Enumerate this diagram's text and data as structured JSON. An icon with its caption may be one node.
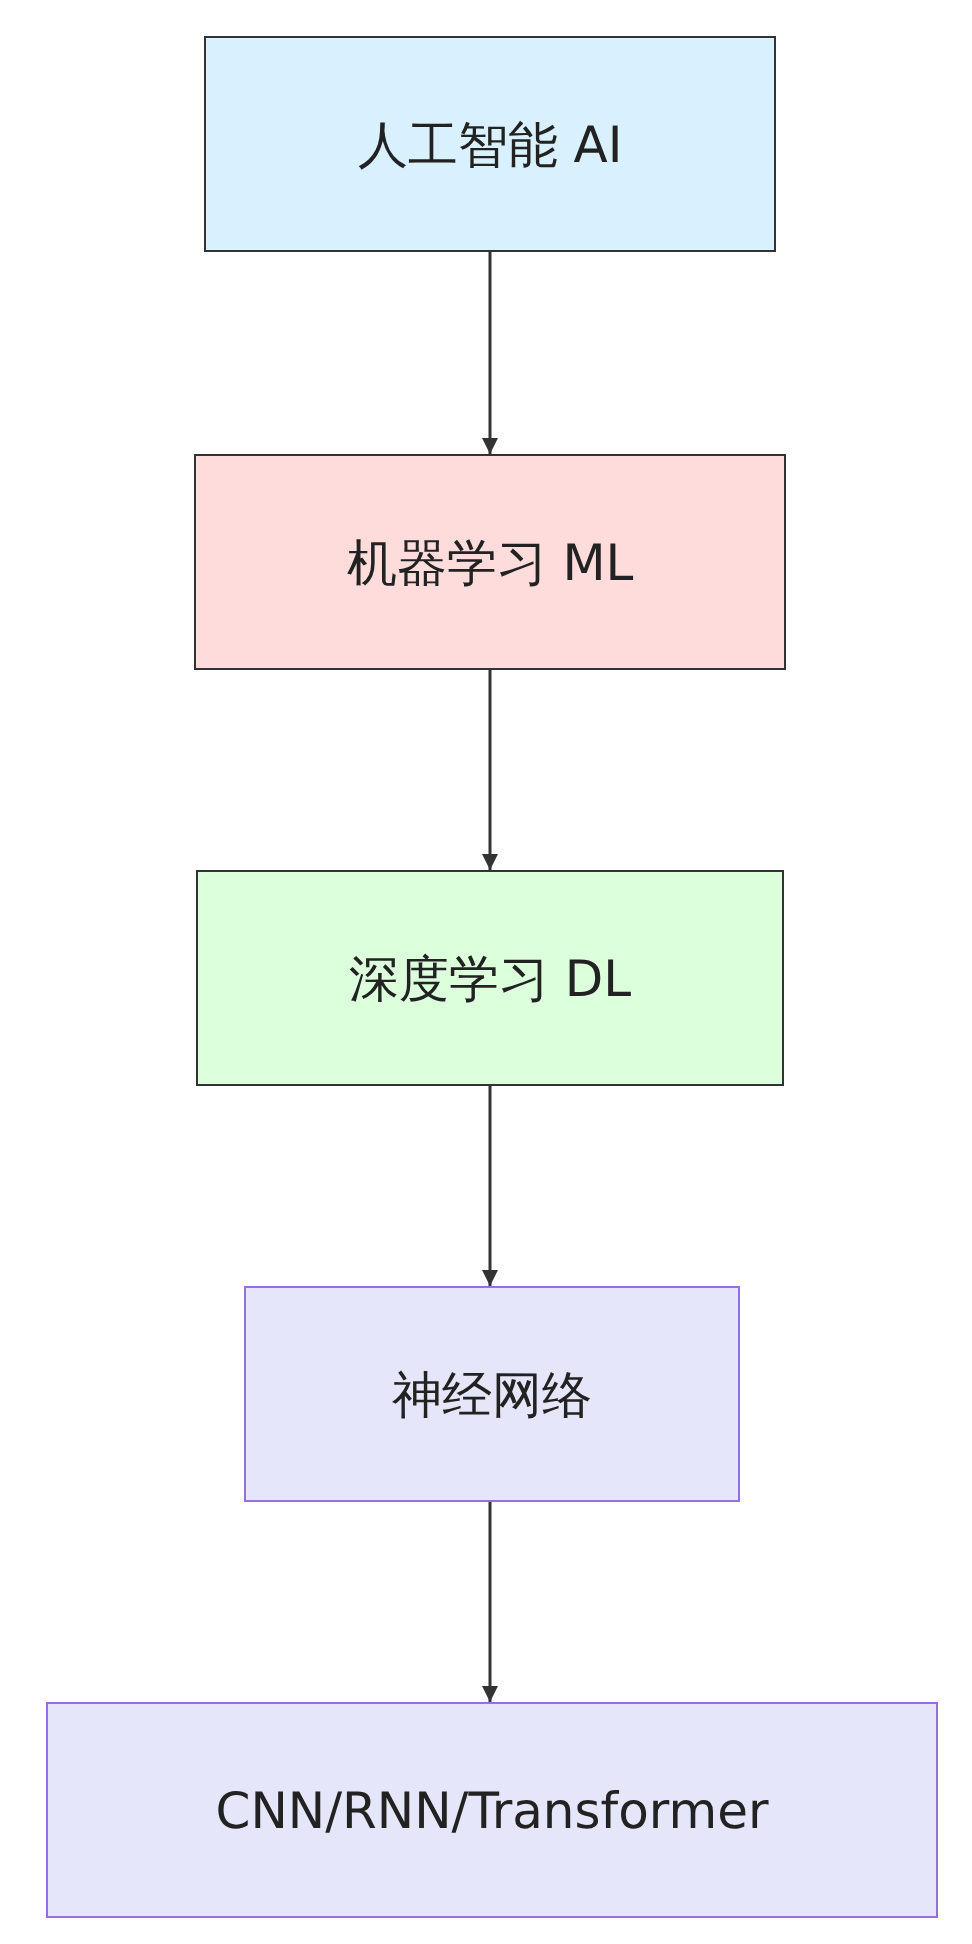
{
  "diagram": {
    "nodes": [
      {
        "text": [
          "人工智能 AI"
        ]
      },
      {
        "text": [
          "机器学习 ML"
        ]
      },
      {
        "text": [
          "深度学习 DL"
        ]
      },
      {
        "text": [
          "神经网络"
        ]
      },
      {
        "text": [
          "CNN/RNN/Transformer"
        ]
      }
    ],
    "edges": [
      {
        "from": 0,
        "to": 1,
        "arrow": "to"
      },
      {
        "from": 1,
        "to": 2,
        "arrow": "to"
      },
      {
        "from": 2,
        "to": 3,
        "arrow": "to"
      },
      {
        "from": 3,
        "to": 4,
        "arrow": "to"
      }
    ]
  }
}
